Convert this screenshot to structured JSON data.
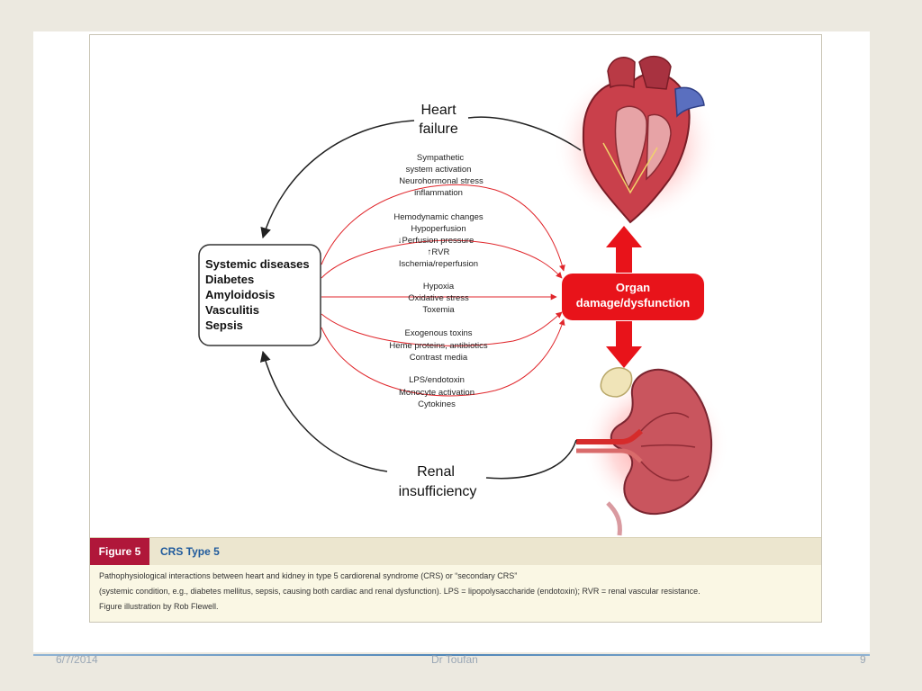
{
  "diagram": {
    "heart_failure": [
      "Heart",
      "failure"
    ],
    "renal_insufficiency": [
      "Renal",
      "insufficiency"
    ],
    "systemic_box": [
      "Systemic diseases",
      "Diabetes",
      "Amyloidosis",
      "Vasculitis",
      "Sepsis"
    ],
    "organ_box": [
      "Organ",
      "damage/dysfunction"
    ],
    "mechanism_groups": [
      [
        "Sympathetic",
        "system activation",
        "Neurohormonal stress",
        "inflammation"
      ],
      [
        "Hemodynamic changes",
        "Hypoperfusion",
        "↓Perfusion pressure",
        "↑RVR",
        "Ischemia/reperfusion"
      ],
      [
        "Hypoxia",
        "Oxidative stress",
        "Toxemia"
      ],
      [
        "Exogenous toxins",
        "Heme proteins, antibiotics",
        "Contrast media"
      ],
      [
        "LPS/endotoxin",
        "Monocyte activation",
        "Cytokines"
      ]
    ],
    "colors": {
      "arrow_red": "#e0262b",
      "organ_box": "#e8131a",
      "heart": "#c9404b",
      "kidney": "#c9555e"
    }
  },
  "caption": {
    "figure_label": "Figure 5",
    "title": "CRS Type 5",
    "lines": [
      "Pathophysiological interactions between heart and kidney in type 5 cardiorenal syndrome (CRS) or “secondary CRS”",
      "(systemic condition, e.g., diabetes mellitus, sepsis, causing both cardiac and renal dysfunction). LPS = lipopolysaccharide (endotoxin); RVR = renal vascular resistance.",
      "Figure illustration by Rob Flewell."
    ]
  },
  "footer": {
    "date": "6/7/2014",
    "author": "Dr Toufan",
    "page": "9"
  }
}
